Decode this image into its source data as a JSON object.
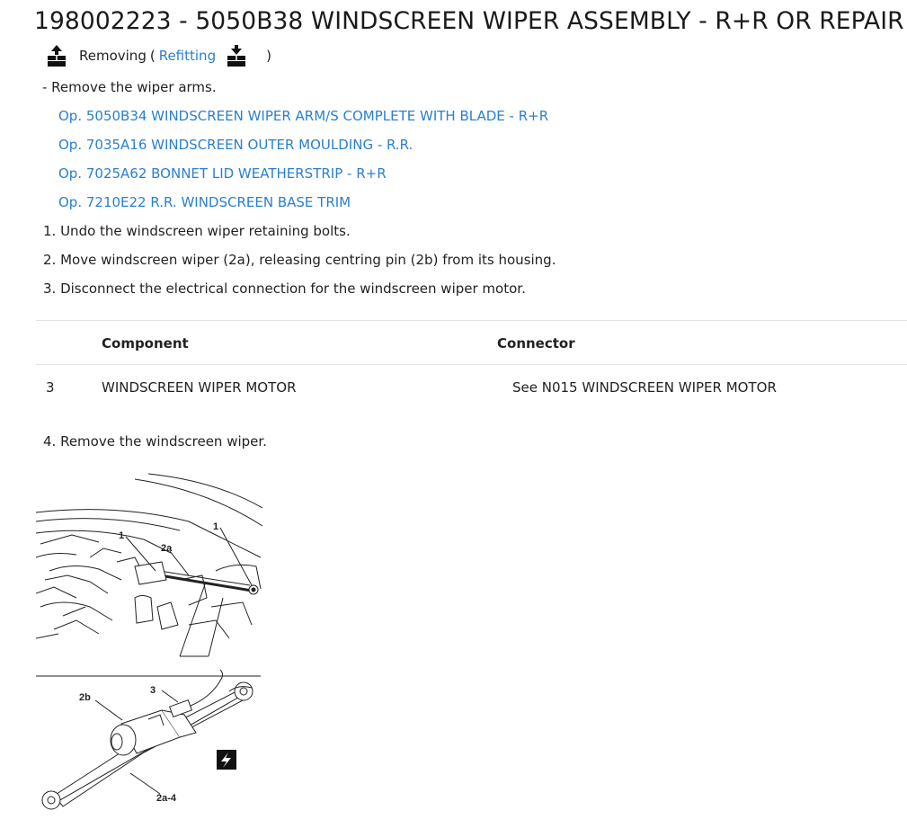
{
  "title": "198002223 - 5050B38 WINDSCREEN WIPER ASSEMBLY - R+R OR REPAIR",
  "mode": {
    "removing_label": "Removing",
    "open_paren": "(",
    "refitting_link": "Refitting",
    "close_paren": ")",
    "removing_icon": "removing-icon",
    "refitting_icon": "refitting-icon"
  },
  "prep": {
    "intro": "- Remove the wiper arms.",
    "ops": [
      "Op. 5050B34 WINDSCREEN WIPER ARM/S COMPLETE WITH BLADE - R+R",
      "Op. 7035A16 WINDSCREEN OUTER MOULDING - R.R.",
      "Op. 7025A62 BONNET LID WEATHERSTRIP - R+R",
      "Op. 7210E22 R.R. WINDSCREEN BASE TRIM"
    ]
  },
  "steps": [
    "1. Undo the windscreen wiper retaining bolts.",
    "2. Move windscreen wiper (2a), releasing centring pin (2b) from its housing.",
    "3. Disconnect the electrical connection for the windscreen wiper motor."
  ],
  "table": {
    "headers": {
      "component": "Component",
      "connector": "Connector"
    },
    "rows": [
      {
        "num": "3",
        "component": "WINDSCREEN WIPER MOTOR",
        "connector": "See N015 WINDSCREEN WIPER MOTOR"
      }
    ]
  },
  "step4": "4. Remove the windscreen wiper.",
  "figure": {
    "labels": {
      "bolt_left": "1",
      "bolt_right": "1",
      "wiper": "2a",
      "pin": "2b",
      "connector": "3",
      "linkage": "2a-4"
    },
    "warning_icon": "electrical-warning-icon"
  }
}
